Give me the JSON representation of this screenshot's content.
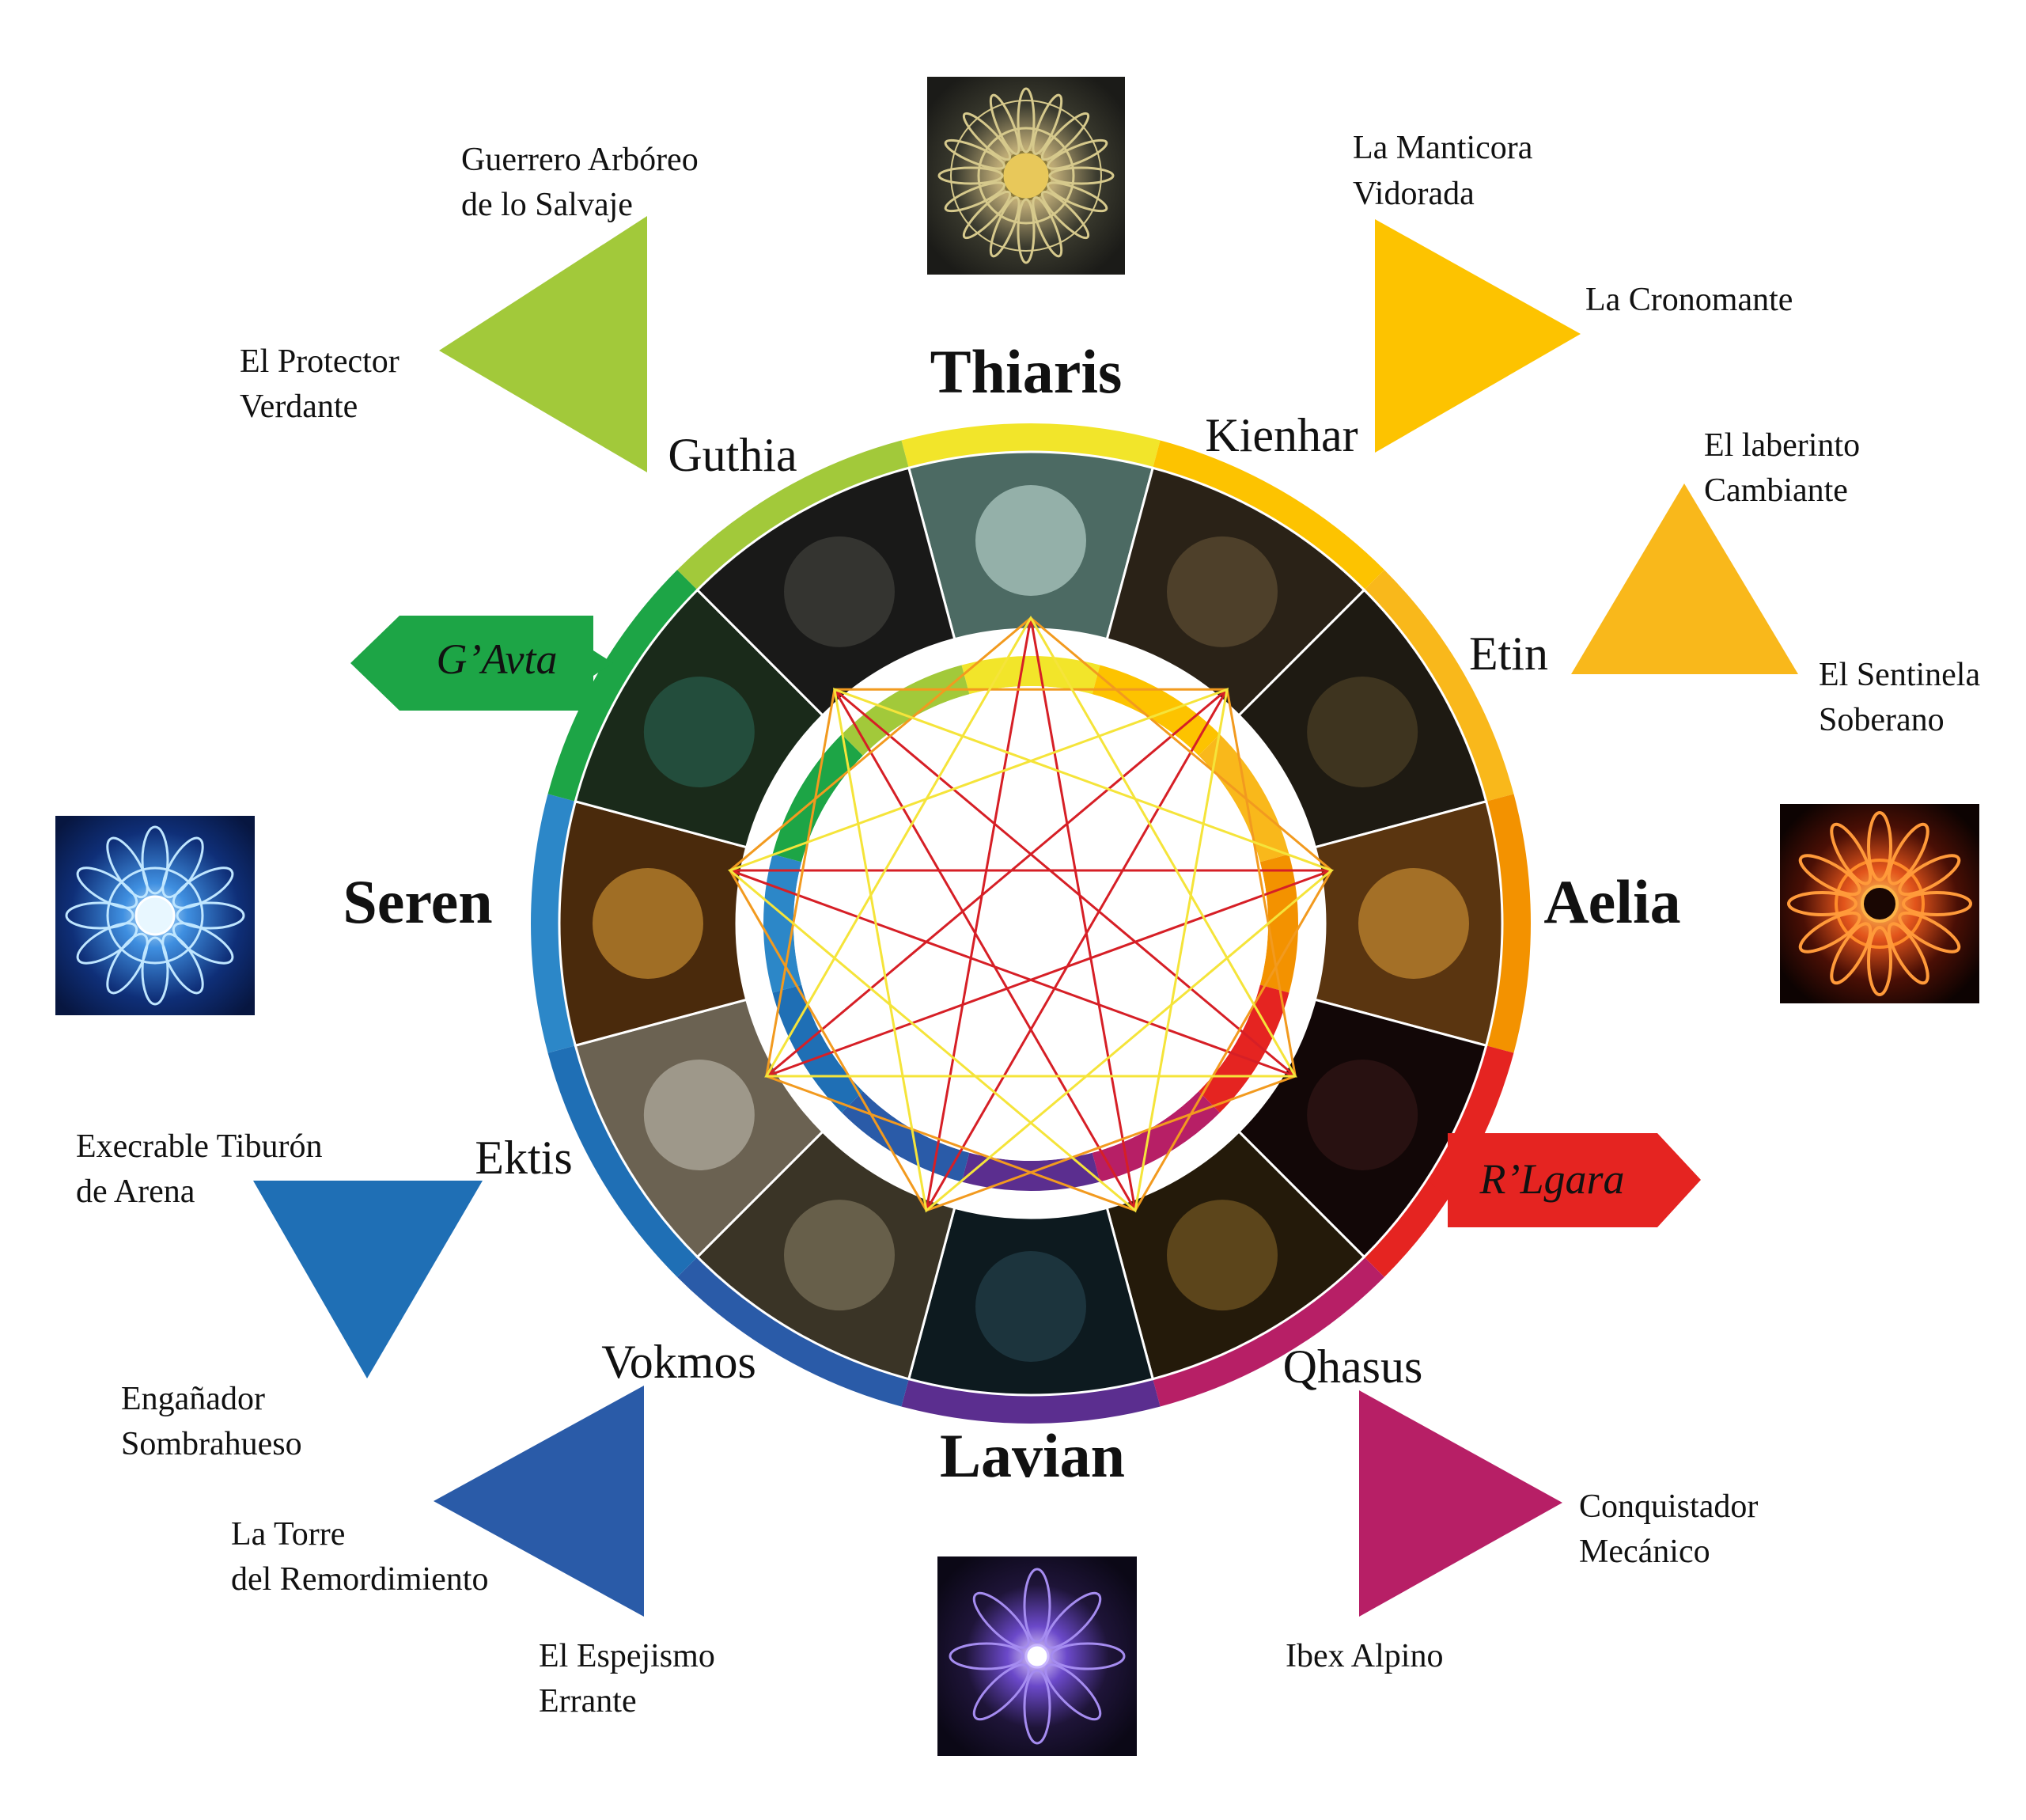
{
  "deities": {
    "thiaris": "Thiaris",
    "aelia": "Aelia",
    "lavian": "Lavian",
    "seren": "Seren"
  },
  "houses": {
    "kienhar": "Kienhar",
    "etin": "Etin",
    "qhasus": "Qhasus",
    "vokmos": "Vokmos",
    "ektis": "Ektis",
    "guthia": "Guthia"
  },
  "tags": {
    "gavta": "G’Avta",
    "rlgara": "R’Lgara"
  },
  "creatures": {
    "guthia_1_l1": "Guerrero Arbóreo",
    "guthia_1_l2": "de lo Salvaje",
    "guthia_2_l1": "El Protector",
    "guthia_2_l2": "Verdante",
    "kienhar_1_l1": "La Manticora",
    "kienhar_1_l2": "Vidorada",
    "kienhar_2": "La Cronomante",
    "etin_1_l1": "El laberinto",
    "etin_1_l2": "Cambiante",
    "etin_2_l1": "El Sentinela",
    "etin_2_l2": "Soberano",
    "ektis_1_l1": "Execrable Tiburón",
    "ektis_1_l2": "de Arena",
    "ektis_2_l1": "Engañador",
    "ektis_2_l2": "Sombrahueso",
    "vokmos_1_l1": "La Torre",
    "vokmos_1_l2": "del Remordimiento",
    "vokmos_2_l1": "El Espejismo",
    "vokmos_2_l2": "Errante",
    "qhasus_1_l1": "Conquistador",
    "qhasus_1_l2": "Mecánico",
    "qhasus_2": "Ibex Alpino"
  },
  "colors": {
    "yellow": "#f2e52a",
    "gold": "#fdc300",
    "amber": "#f9b81b",
    "orange": "#f39200",
    "red": "#e52421",
    "magenta": "#b71f66",
    "purple": "#5b2e8f",
    "navy": "#2a5ba8",
    "blue": "#1f6fb5",
    "sky": "#2c87c8",
    "green": "#1da546",
    "lime": "#a2c93a"
  },
  "icons": {
    "north": "golden-mandala-icon",
    "east": "fire-mandala-icon",
    "south": "violet-mandala-icon",
    "west": "blue-mandala-icon"
  }
}
